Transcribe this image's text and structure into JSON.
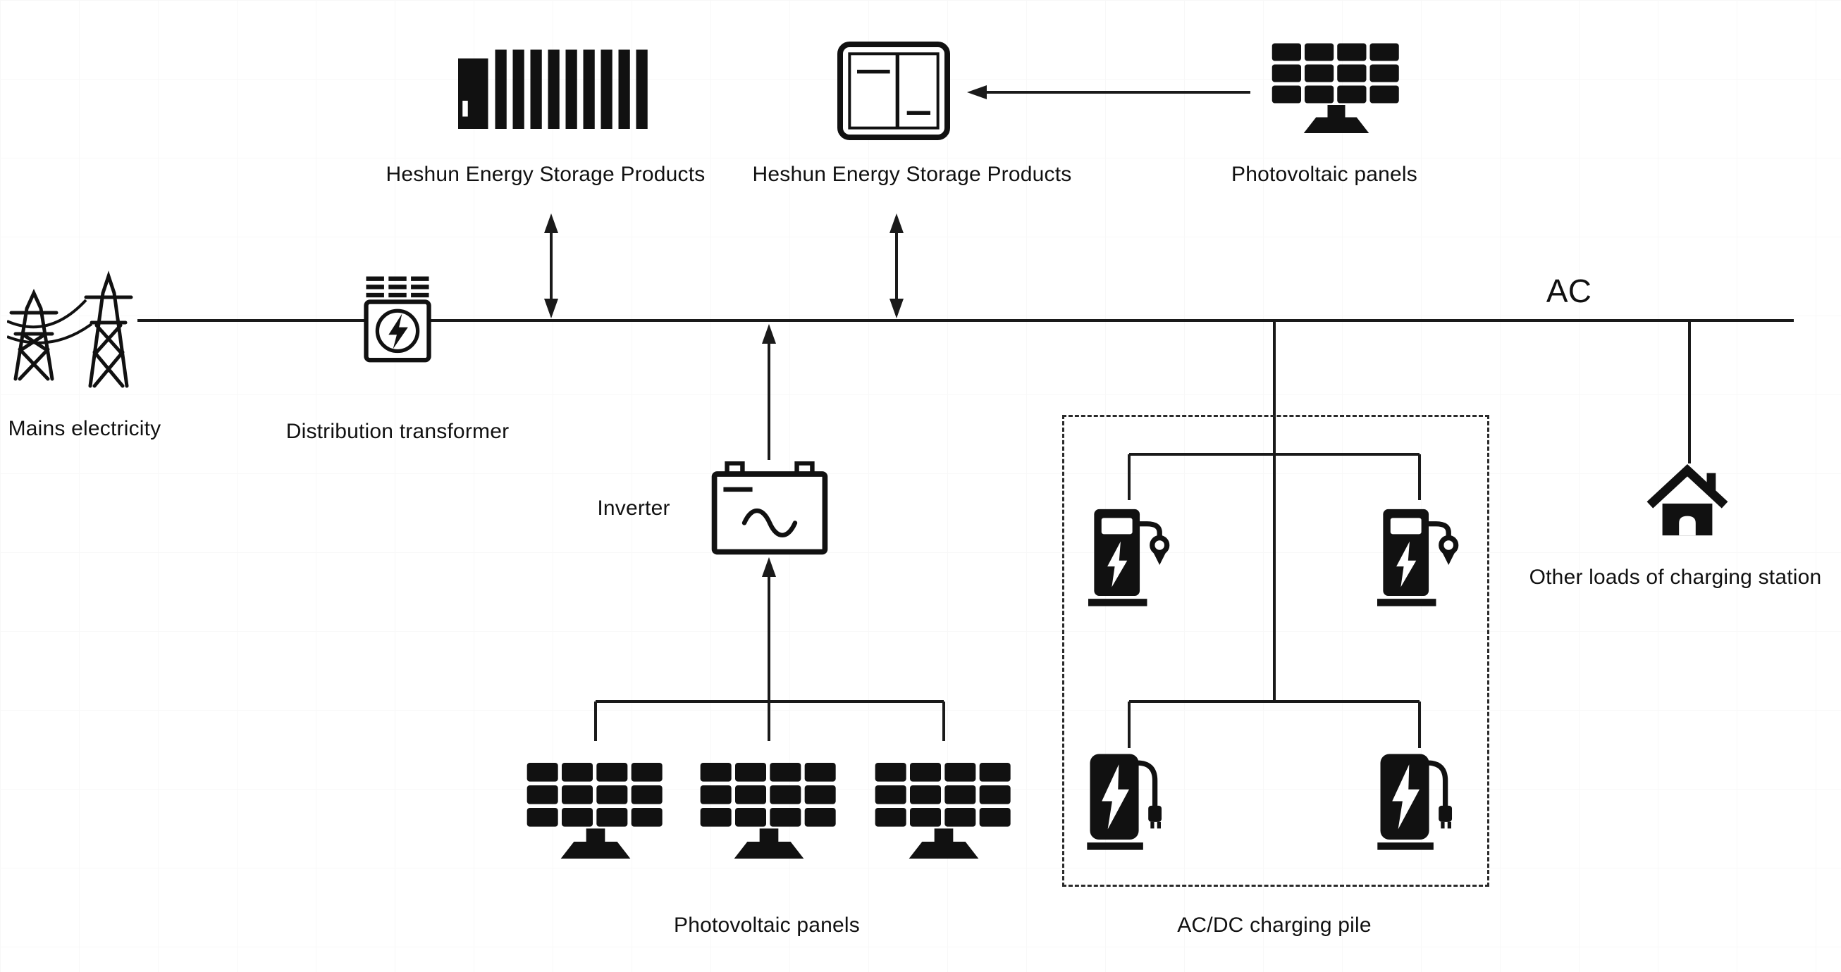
{
  "colors": {
    "ink": "#111111",
    "line": "#1a1a1a",
    "background": "#ffffff"
  },
  "labels": {
    "mains": "Mains electricity",
    "transformer": "Distribution transformer",
    "storage_left": "Heshun Energy Storage Products",
    "storage_mid": "Heshun Energy Storage Products",
    "pv_top": "Photovoltaic panels",
    "ac": "AC",
    "inverter": "Inverter",
    "pv_bottom": "Photovoltaic panels",
    "charging_pile": "AC/DC charging pile",
    "other_loads": "Other loads of charging station"
  },
  "icons": {
    "mains": "transmission-towers-icon",
    "transformer": "distribution-transformer-icon",
    "storage_left": "energy-storage-container-icon",
    "storage_mid": "energy-storage-cabinet-icon",
    "pv_panel": "photovoltaic-panel-icon",
    "inverter": "inverter-icon",
    "charger_ac": "ac-charging-pile-icon",
    "charger_dc": "dc-charging-pile-icon",
    "other_loads": "house-icon"
  }
}
